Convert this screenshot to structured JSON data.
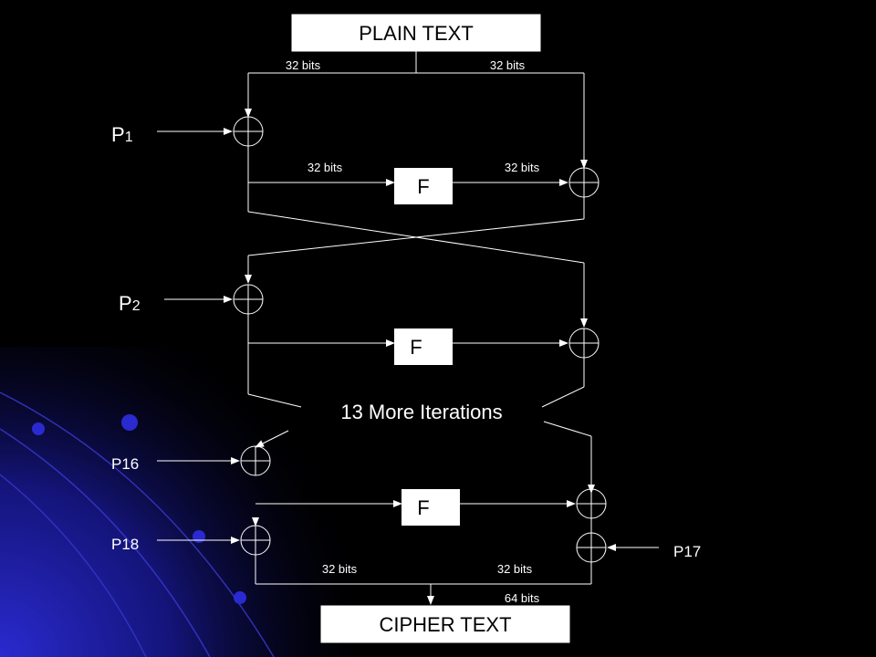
{
  "plain_text_label": "PLAIN TEXT",
  "cipher_text_label": "CIPHER TEXT",
  "function_label": "F",
  "iterations_label": "13 More Iterations",
  "bits_32": "32 bits",
  "bits_64": "64 bits",
  "subkeys": {
    "p1": "P",
    "p1_sub": "1",
    "p2": "P",
    "p2_sub": "2",
    "p16": "P16",
    "p17": "P17",
    "p18": "P18"
  },
  "colors": {
    "background": "#000000",
    "stroke": "#ffffff",
    "box_fill": "#ffffff",
    "box_text": "#000000",
    "accent_blue": "#1a1a9e"
  }
}
